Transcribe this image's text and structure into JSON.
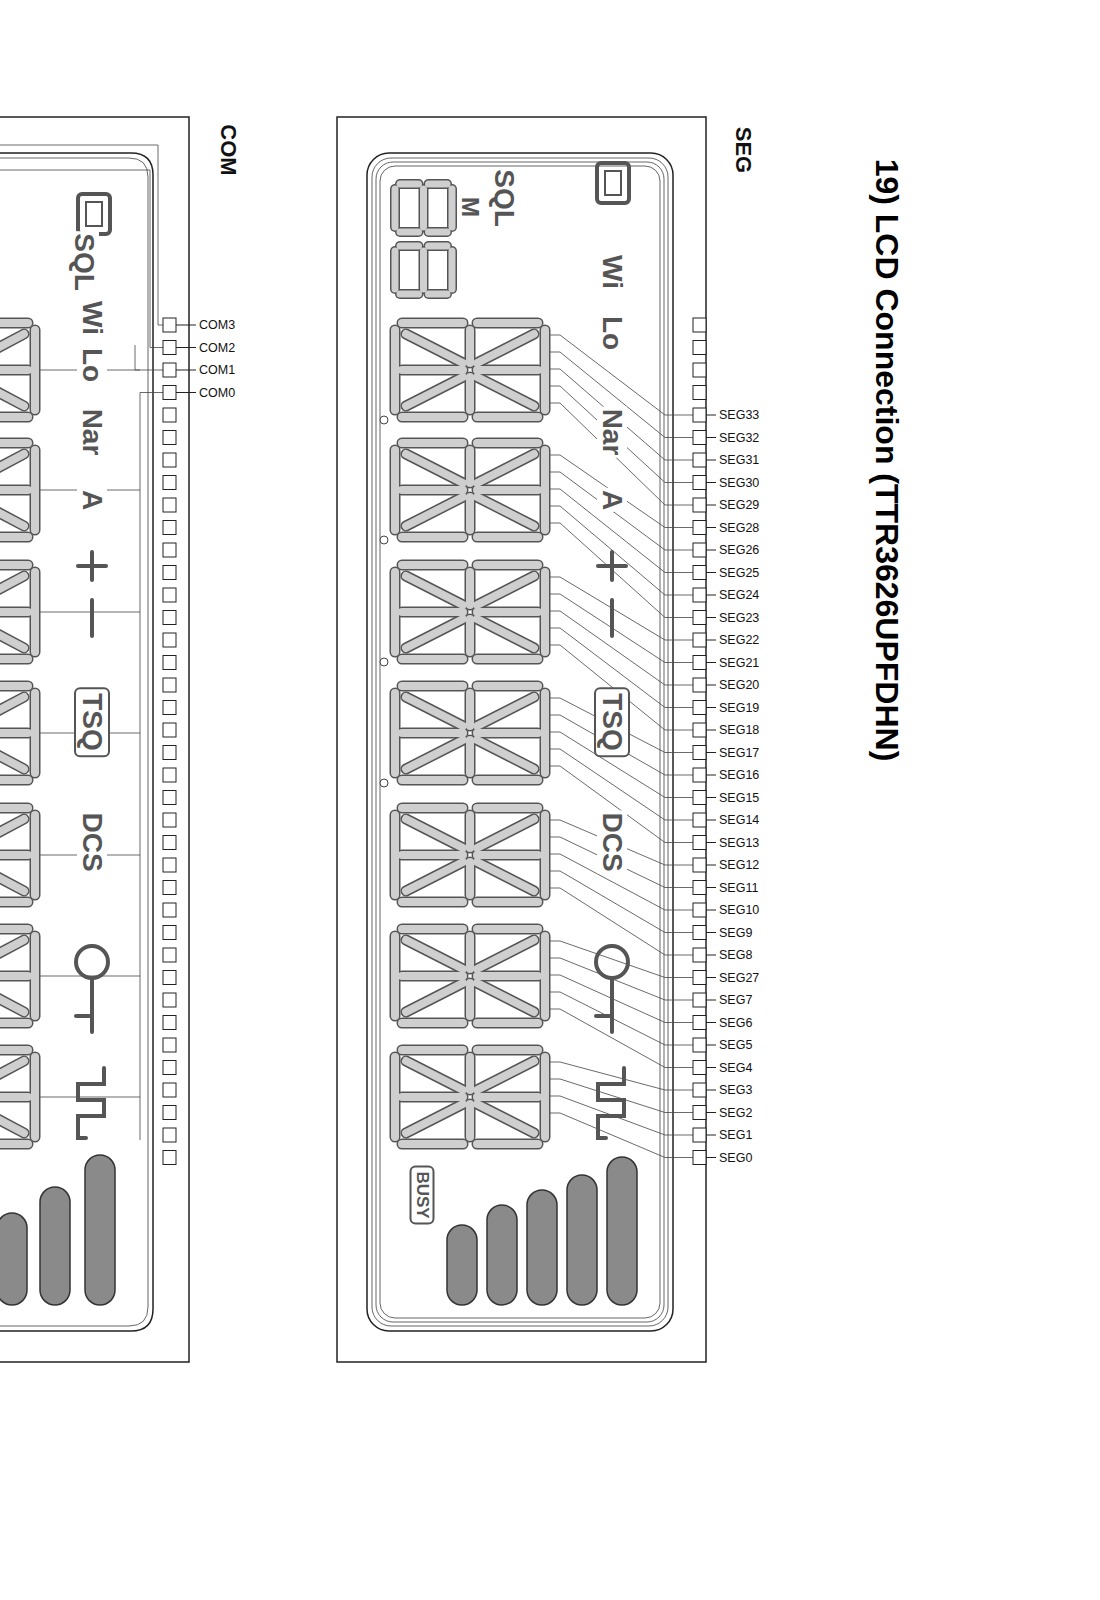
{
  "diagram": {
    "title": "19) LCD Connection (TTR3626UPFDHN)",
    "labels": [
      "SEG",
      "SEG33",
      "SEG32",
      "SEG31",
      "SEG30",
      "SEG29",
      "SEG28",
      "SEG26",
      "SEG25",
      "SEG24",
      "SEG23",
      "SEG22",
      "SEG21",
      "SEG20",
      "SEG19",
      "SEG18",
      "SEG17",
      "SEG16",
      "SEG15",
      "SEG14",
      "SEG13",
      "SEG12",
      "SEG11",
      "SEG10",
      "SEG9",
      "SEG8",
      "SEG27",
      "SEG7",
      "SEG6",
      "SEG5",
      "SEG4",
      "SEG3",
      "SEG2",
      "SEG1",
      "SEG0",
      "SQL",
      "M",
      "Wi",
      "Lo",
      "Nar",
      "A",
      "TSQ",
      "DCS",
      "BUSY",
      "COM",
      "COM3",
      "COM2",
      "COM1",
      "COM0",
      "SQL",
      "Wi",
      "Lo",
      "Nar",
      "A",
      "TSQ",
      "DCS"
    ]
  }
}
